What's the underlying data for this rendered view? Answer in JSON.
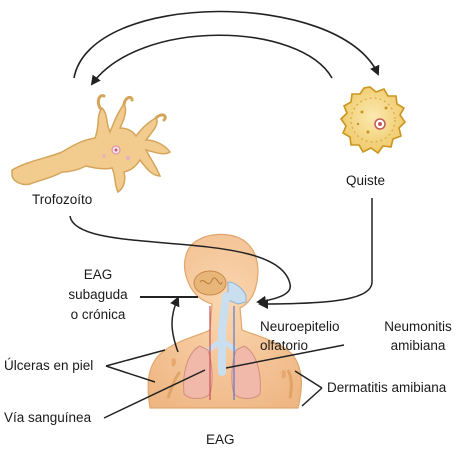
{
  "labels": {
    "trofozoito": "Trofozoíto",
    "quiste": "Quiste",
    "eag_subaguda_1": "EAG",
    "eag_subaguda_2": "subaguda",
    "eag_subaguda_3": "o crónica",
    "neuroepitelio_1": "Neuroepitelio",
    "neuroepitelio_2": "olfatorio",
    "neumonitis_1": "Neumonitis",
    "neumonitis_2": "amibiana",
    "ulceras": "Úlceras en piel",
    "dermatitis": "Dermatitis amibiana",
    "via": "Vía sanguínea",
    "eag_bottom": "EAG"
  },
  "colors": {
    "skin": "#f5c79a",
    "skin_dark": "#e6a86e",
    "trophozoite": "#f2cc8f",
    "cyst_fill": "#f7dc8c",
    "cyst_wall": "#c9951f",
    "airway": "#c9dff0",
    "brain": "#e9b67a",
    "lung": "#f1b9a9",
    "arrow": "#222222"
  }
}
